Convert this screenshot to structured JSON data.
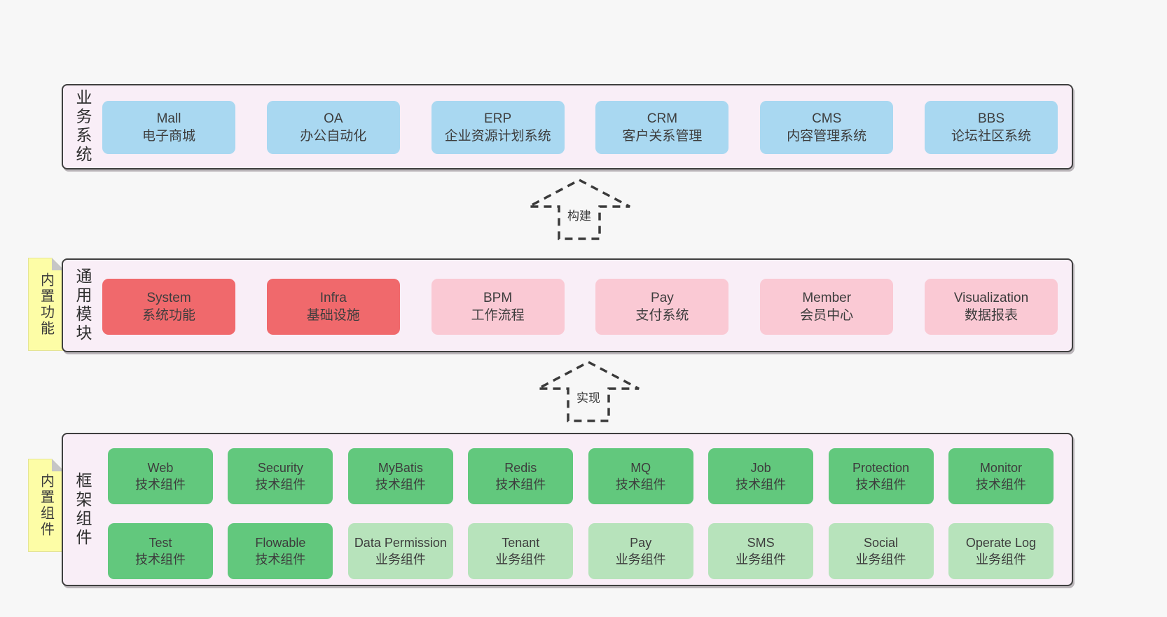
{
  "colors": {
    "page_bg": "#f7f7f7",
    "band_bg": "#f9eef7",
    "band_border": "#3f3f3f",
    "tab_bg": "#fdfda6",
    "tab_fold": "#c6c6c6",
    "blue": "#a9d8f1",
    "red": "#f0696c",
    "pink": "#fac9d4",
    "green": "#62c87d",
    "lightgreen": "#b7e3bb",
    "text": "#3d3d3d"
  },
  "arrows": {
    "build": "构建",
    "implement": "实现"
  },
  "sections": {
    "business": {
      "label": "业务系统",
      "boxes": [
        {
          "title": "Mall",
          "subtitle": "电子商城",
          "variant": "blue"
        },
        {
          "title": "OA",
          "subtitle": "办公自动化",
          "variant": "blue"
        },
        {
          "title": "ERP",
          "subtitle": "企业资源计划系统",
          "variant": "blue"
        },
        {
          "title": "CRM",
          "subtitle": "客户关系管理",
          "variant": "blue"
        },
        {
          "title": "CMS",
          "subtitle": "内容管理系统",
          "variant": "blue"
        },
        {
          "title": "BBS",
          "subtitle": "论坛社区系统",
          "variant": "blue"
        }
      ]
    },
    "modules": {
      "label": "通用模块",
      "tab": "内置功能",
      "boxes": [
        {
          "title": "System",
          "subtitle": "系统功能",
          "variant": "red"
        },
        {
          "title": "Infra",
          "subtitle": "基础设施",
          "variant": "red"
        },
        {
          "title": "BPM",
          "subtitle": "工作流程",
          "variant": "pink"
        },
        {
          "title": "Pay",
          "subtitle": "支付系统",
          "variant": "pink"
        },
        {
          "title": "Member",
          "subtitle": "会员中心",
          "variant": "pink"
        },
        {
          "title": "Visualization",
          "subtitle": "数据报表",
          "variant": "pink"
        }
      ]
    },
    "framework": {
      "label": "框架组件",
      "tab": "内置组件",
      "rows": [
        [
          {
            "title": "Web",
            "subtitle": "技术组件",
            "variant": "green"
          },
          {
            "title": "Security",
            "subtitle": "技术组件",
            "variant": "green"
          },
          {
            "title": "MyBatis",
            "subtitle": "技术组件",
            "variant": "green"
          },
          {
            "title": "Redis",
            "subtitle": "技术组件",
            "variant": "green"
          },
          {
            "title": "MQ",
            "subtitle": "技术组件",
            "variant": "green"
          },
          {
            "title": "Job",
            "subtitle": "技术组件",
            "variant": "green"
          },
          {
            "title": "Protection",
            "subtitle": "技术组件",
            "variant": "green"
          },
          {
            "title": "Monitor",
            "subtitle": "技术组件",
            "variant": "green"
          }
        ],
        [
          {
            "title": "Test",
            "subtitle": "技术组件",
            "variant": "green"
          },
          {
            "title": "Flowable",
            "subtitle": "技术组件",
            "variant": "green"
          },
          {
            "title": "Data Permission",
            "subtitle": "业务组件",
            "variant": "lightgreen"
          },
          {
            "title": "Tenant",
            "subtitle": "业务组件",
            "variant": "lightgreen"
          },
          {
            "title": "Pay",
            "subtitle": "业务组件",
            "variant": "lightgreen"
          },
          {
            "title": "SMS",
            "subtitle": "业务组件",
            "variant": "lightgreen"
          },
          {
            "title": "Social",
            "subtitle": "业务组件",
            "variant": "lightgreen"
          },
          {
            "title": "Operate Log",
            "subtitle": "业务组件",
            "variant": "lightgreen"
          }
        ]
      ]
    }
  }
}
